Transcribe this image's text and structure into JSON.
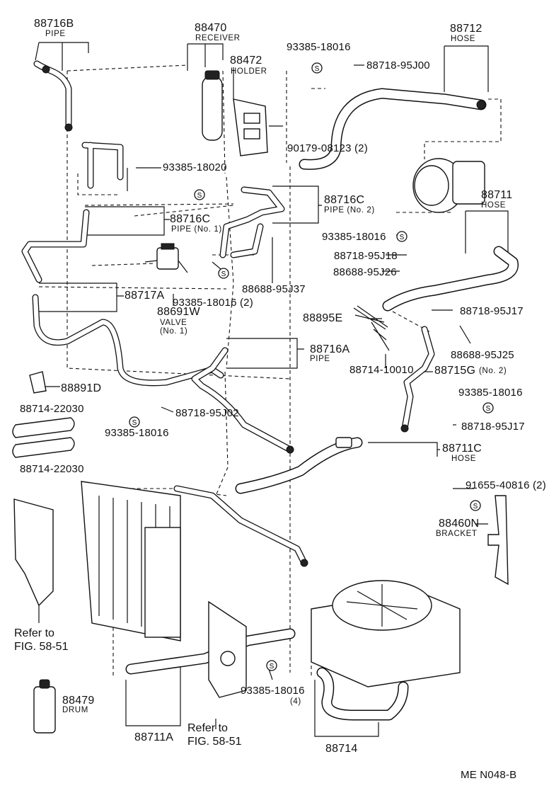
{
  "parts": {
    "p88716B": {
      "number": "88716B",
      "name": "PIPE"
    },
    "p88470": {
      "number": "88470",
      "name": "RECEIVER"
    },
    "p88472": {
      "number": "88472",
      "name": "HOLDER"
    },
    "p93385_18016_top": {
      "number": "93385-18016"
    },
    "p88718_95J00": {
      "number": "88718-95J00"
    },
    "p88712": {
      "number": "88712",
      "name": "HOSE"
    },
    "p90179_08123": {
      "number": "90179-08123 (2)"
    },
    "p93385_18020": {
      "number": "93385-18020"
    },
    "p88716C_no2": {
      "number": "88716C",
      "name": "PIPE (No. 2)"
    },
    "p88711": {
      "number": "88711",
      "name": "HOSE"
    },
    "p88716C_no1": {
      "number": "88716C",
      "name": "PIPE (No. 1)"
    },
    "p93385_18016_mid": {
      "number": "93385-18016"
    },
    "p88718_95J18": {
      "number": "88718-95J18"
    },
    "p88688_95J26": {
      "number": "88688-95J26"
    },
    "p88717A": {
      "number": "88717A"
    },
    "p93385_18016_2": {
      "number": "93385-18016 (2)"
    },
    "p88688_95J37": {
      "number": "88688-95J37"
    },
    "p88691W": {
      "number": "88691W",
      "name": "VALVE",
      "sub": "(No. 1)"
    },
    "p88895E": {
      "number": "88895E"
    },
    "p88718_95J17_a": {
      "number": "88718-95J17"
    },
    "p88688_95J25": {
      "number": "88688-95J25"
    },
    "p88716A": {
      "number": "88716A",
      "name": "PIPE"
    },
    "p88714_10010": {
      "number": "88714-10010"
    },
    "p88715G": {
      "number": "88715G",
      "sub": "(No. 2)"
    },
    "p88891D": {
      "number": "88891D"
    },
    "p88714_22030_a": {
      "number": "88714-22030"
    },
    "p88714_22030_b": {
      "number": "88714-22030"
    },
    "p88718_95J02": {
      "number": "88718-95J02"
    },
    "p93385_18016_left": {
      "number": "93385-18016"
    },
    "p93385_18016_right": {
      "number": "93385-18016"
    },
    "p88718_95J17_b": {
      "number": "88718-95J17"
    },
    "p88711C": {
      "number": "88711C",
      "name": "HOSE"
    },
    "p91655_40816": {
      "number": "91655-40816 (2)"
    },
    "p88460N": {
      "number": "88460N",
      "name": "BRACKET"
    },
    "p88479": {
      "number": "88479",
      "name": "DRUM"
    },
    "p93385_18016_4": {
      "number": "93385-18016",
      "sub": "(4)"
    },
    "p88711A": {
      "number": "88711A"
    },
    "p88714": {
      "number": "88714"
    }
  },
  "refs": {
    "left": {
      "line1": "Refer to",
      "line2": "FIG. 58-51"
    },
    "bottom": {
      "line1": "Refer to",
      "line2": "FIG. 58-51"
    }
  },
  "s_mark": "S",
  "footer": {
    "code": "ME  N048-B"
  }
}
